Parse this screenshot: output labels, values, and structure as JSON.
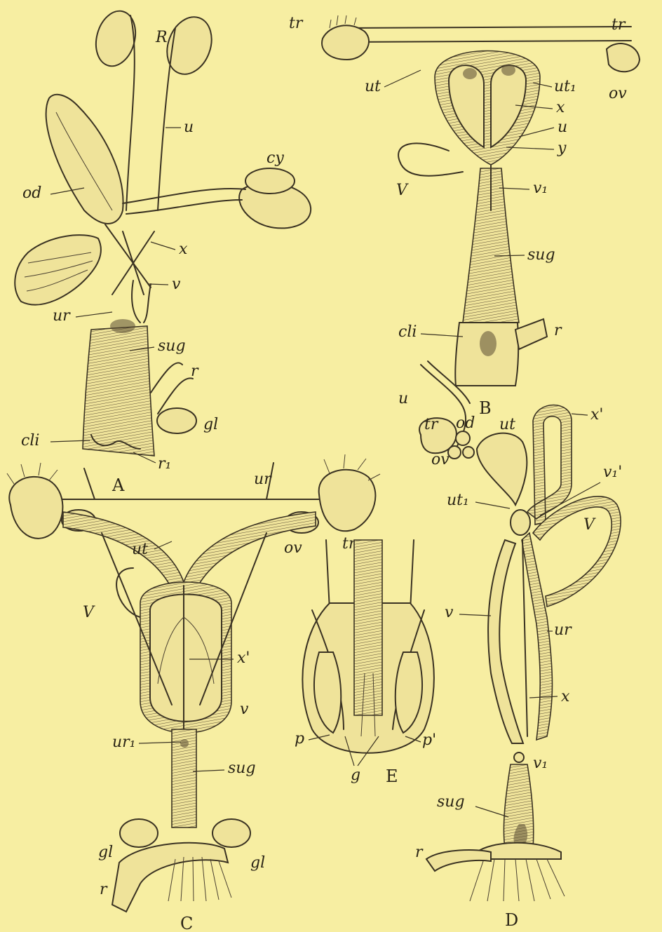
{
  "figures": {
    "A": {
      "caption": "A",
      "labels": {
        "R": "R",
        "u": "u",
        "cy": "cy",
        "od": "od",
        "x": "x",
        "v": "v",
        "ur": "ur",
        "sug": "sug",
        "r": "r",
        "gl": "gl",
        "cli": "cli",
        "r1": "r₁"
      }
    },
    "B": {
      "caption": "B",
      "labels": {
        "tr_left": "tr",
        "tr_right": "tr",
        "ut": "ut",
        "ut1": "ut₁",
        "ov": "ov",
        "x": "x",
        "u": "u",
        "y": "y",
        "V": "V",
        "v1": "v₁",
        "sug": "sug",
        "cli": "cli",
        "r": "r"
      }
    },
    "C": {
      "caption": "C",
      "labels": {
        "ur": "ur",
        "ut": "ut",
        "ov": "ov",
        "tr": "tr",
        "V": "V",
        "x_prime": "x'",
        "v": "v",
        "ur1": "ur₁",
        "sug": "sug",
        "gl_left": "gl",
        "gl_right": "gl",
        "r": "r"
      }
    },
    "D": {
      "caption": "D",
      "labels": {
        "u": "u",
        "tr": "tr",
        "od": "od",
        "ut": "ut",
        "ov": "ov",
        "x_prime": "x'",
        "v_prime": "v₁'",
        "ut1": "ut₁",
        "V": "V",
        "v": "v",
        "ur": "ur",
        "x": "x",
        "v1": "v₁",
        "sug": "sug",
        "r": "r"
      }
    },
    "E": {
      "caption": "E",
      "labels": {
        "p": "p",
        "p_prime": "p'",
        "g": "g"
      }
    }
  }
}
